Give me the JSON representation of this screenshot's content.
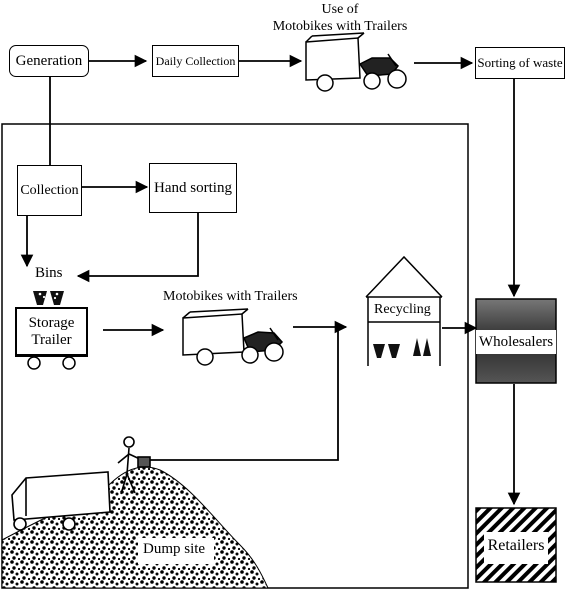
{
  "nodes": {
    "generation": "Generation",
    "daily_collection": "Daily Collection",
    "use_of_motobikes": "Use of\nMotobikes with Trailers",
    "sorting_of_waste": "Sorting of waste",
    "collection": "Collection",
    "hand_sorting": "Hand sorting",
    "bins": "Bins",
    "storage_trailer": "Storage\nTrailer",
    "motobikes_with_trailers": "Motobikes with Trailers",
    "recycling": "Recycling",
    "wholesalers": "Wholesalers",
    "dump_site": "Dump site",
    "retailers": "Retailers"
  },
  "icons": {
    "motorbike_trailer": "motorbike-trailer-icon",
    "bins": "bins-icon",
    "recycling_house": "recycling-house-icon",
    "truck": "truck-icon",
    "worker": "worker-icon"
  }
}
